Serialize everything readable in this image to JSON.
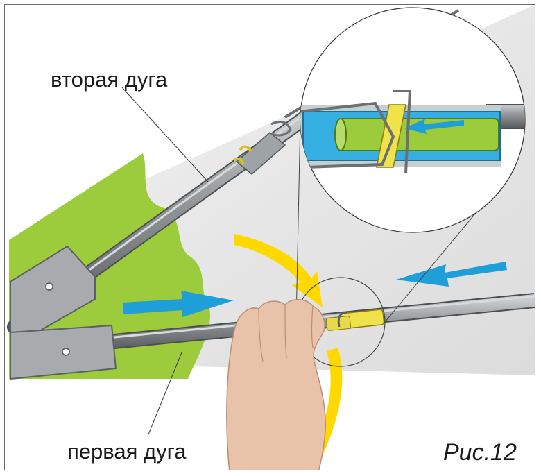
{
  "labels": {
    "second_arc": "вторая дуга",
    "first_arc": "первая дуга",
    "figure": "Рис.12"
  },
  "colors": {
    "background_panel": "#e7e7e7",
    "grass": "#9ccb3c",
    "tube": "#8f9396",
    "tube_highlight": "#d6d9db",
    "arrow_blue": "#1f9fd8",
    "arrow_yellow": "#ffd800",
    "insert_green": "#9ccb3c",
    "sleeve_blue": "#35aee2",
    "sleeve_yellow": "#f0e24a",
    "skin": "#e9c2aa"
  },
  "icons": {
    "push_arrow": "arrow-right-icon",
    "return_arrow": "arrow-left-icon",
    "rotation_arrow": "curved-arrow-icon"
  }
}
